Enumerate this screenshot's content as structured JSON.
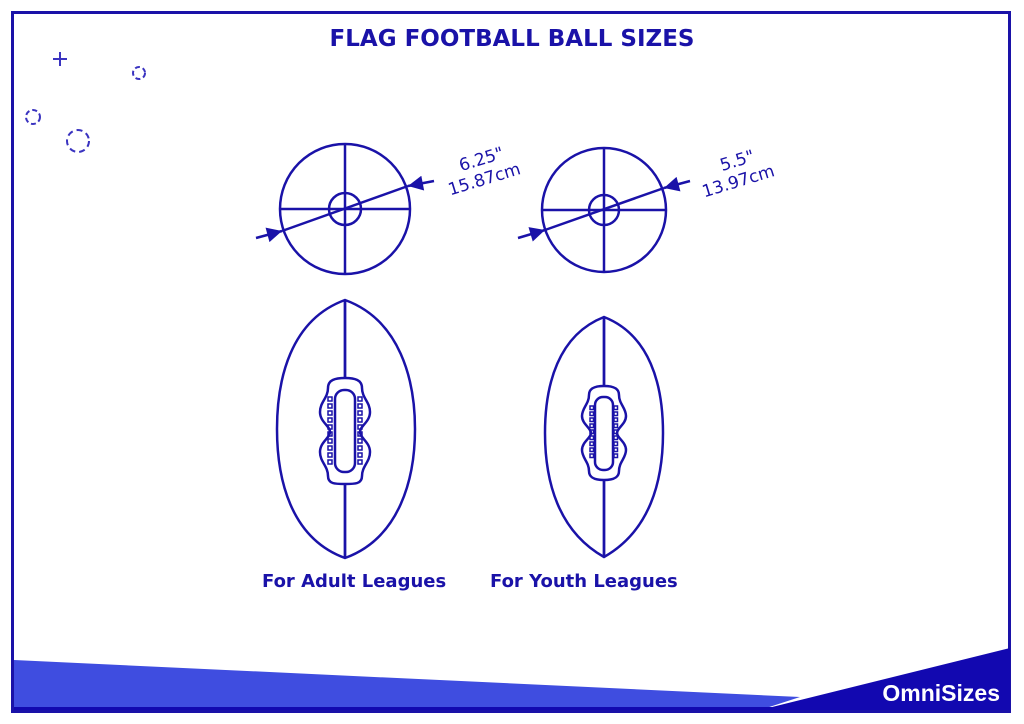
{
  "title": "FLAG FOOTBALL BALL SIZES",
  "balls": [
    {
      "caption": "For Adult Leagues",
      "diameter_in": "6.25\"",
      "diameter_cm": "15.87cm"
    },
    {
      "caption": "For Youth Leagues",
      "diameter_in": "5.5\"",
      "diameter_cm": "13.97cm"
    }
  ],
  "brand": "OmniSizes",
  "colors": {
    "line": "#1a12a8",
    "band_light": "#3f4de0",
    "band_dark": "#1208b0",
    "background": "#ffffff"
  },
  "decorations": [
    "plus-icon",
    "dashed-circle-icon",
    "dashed-circle-icon",
    "dashed-circle-icon"
  ]
}
